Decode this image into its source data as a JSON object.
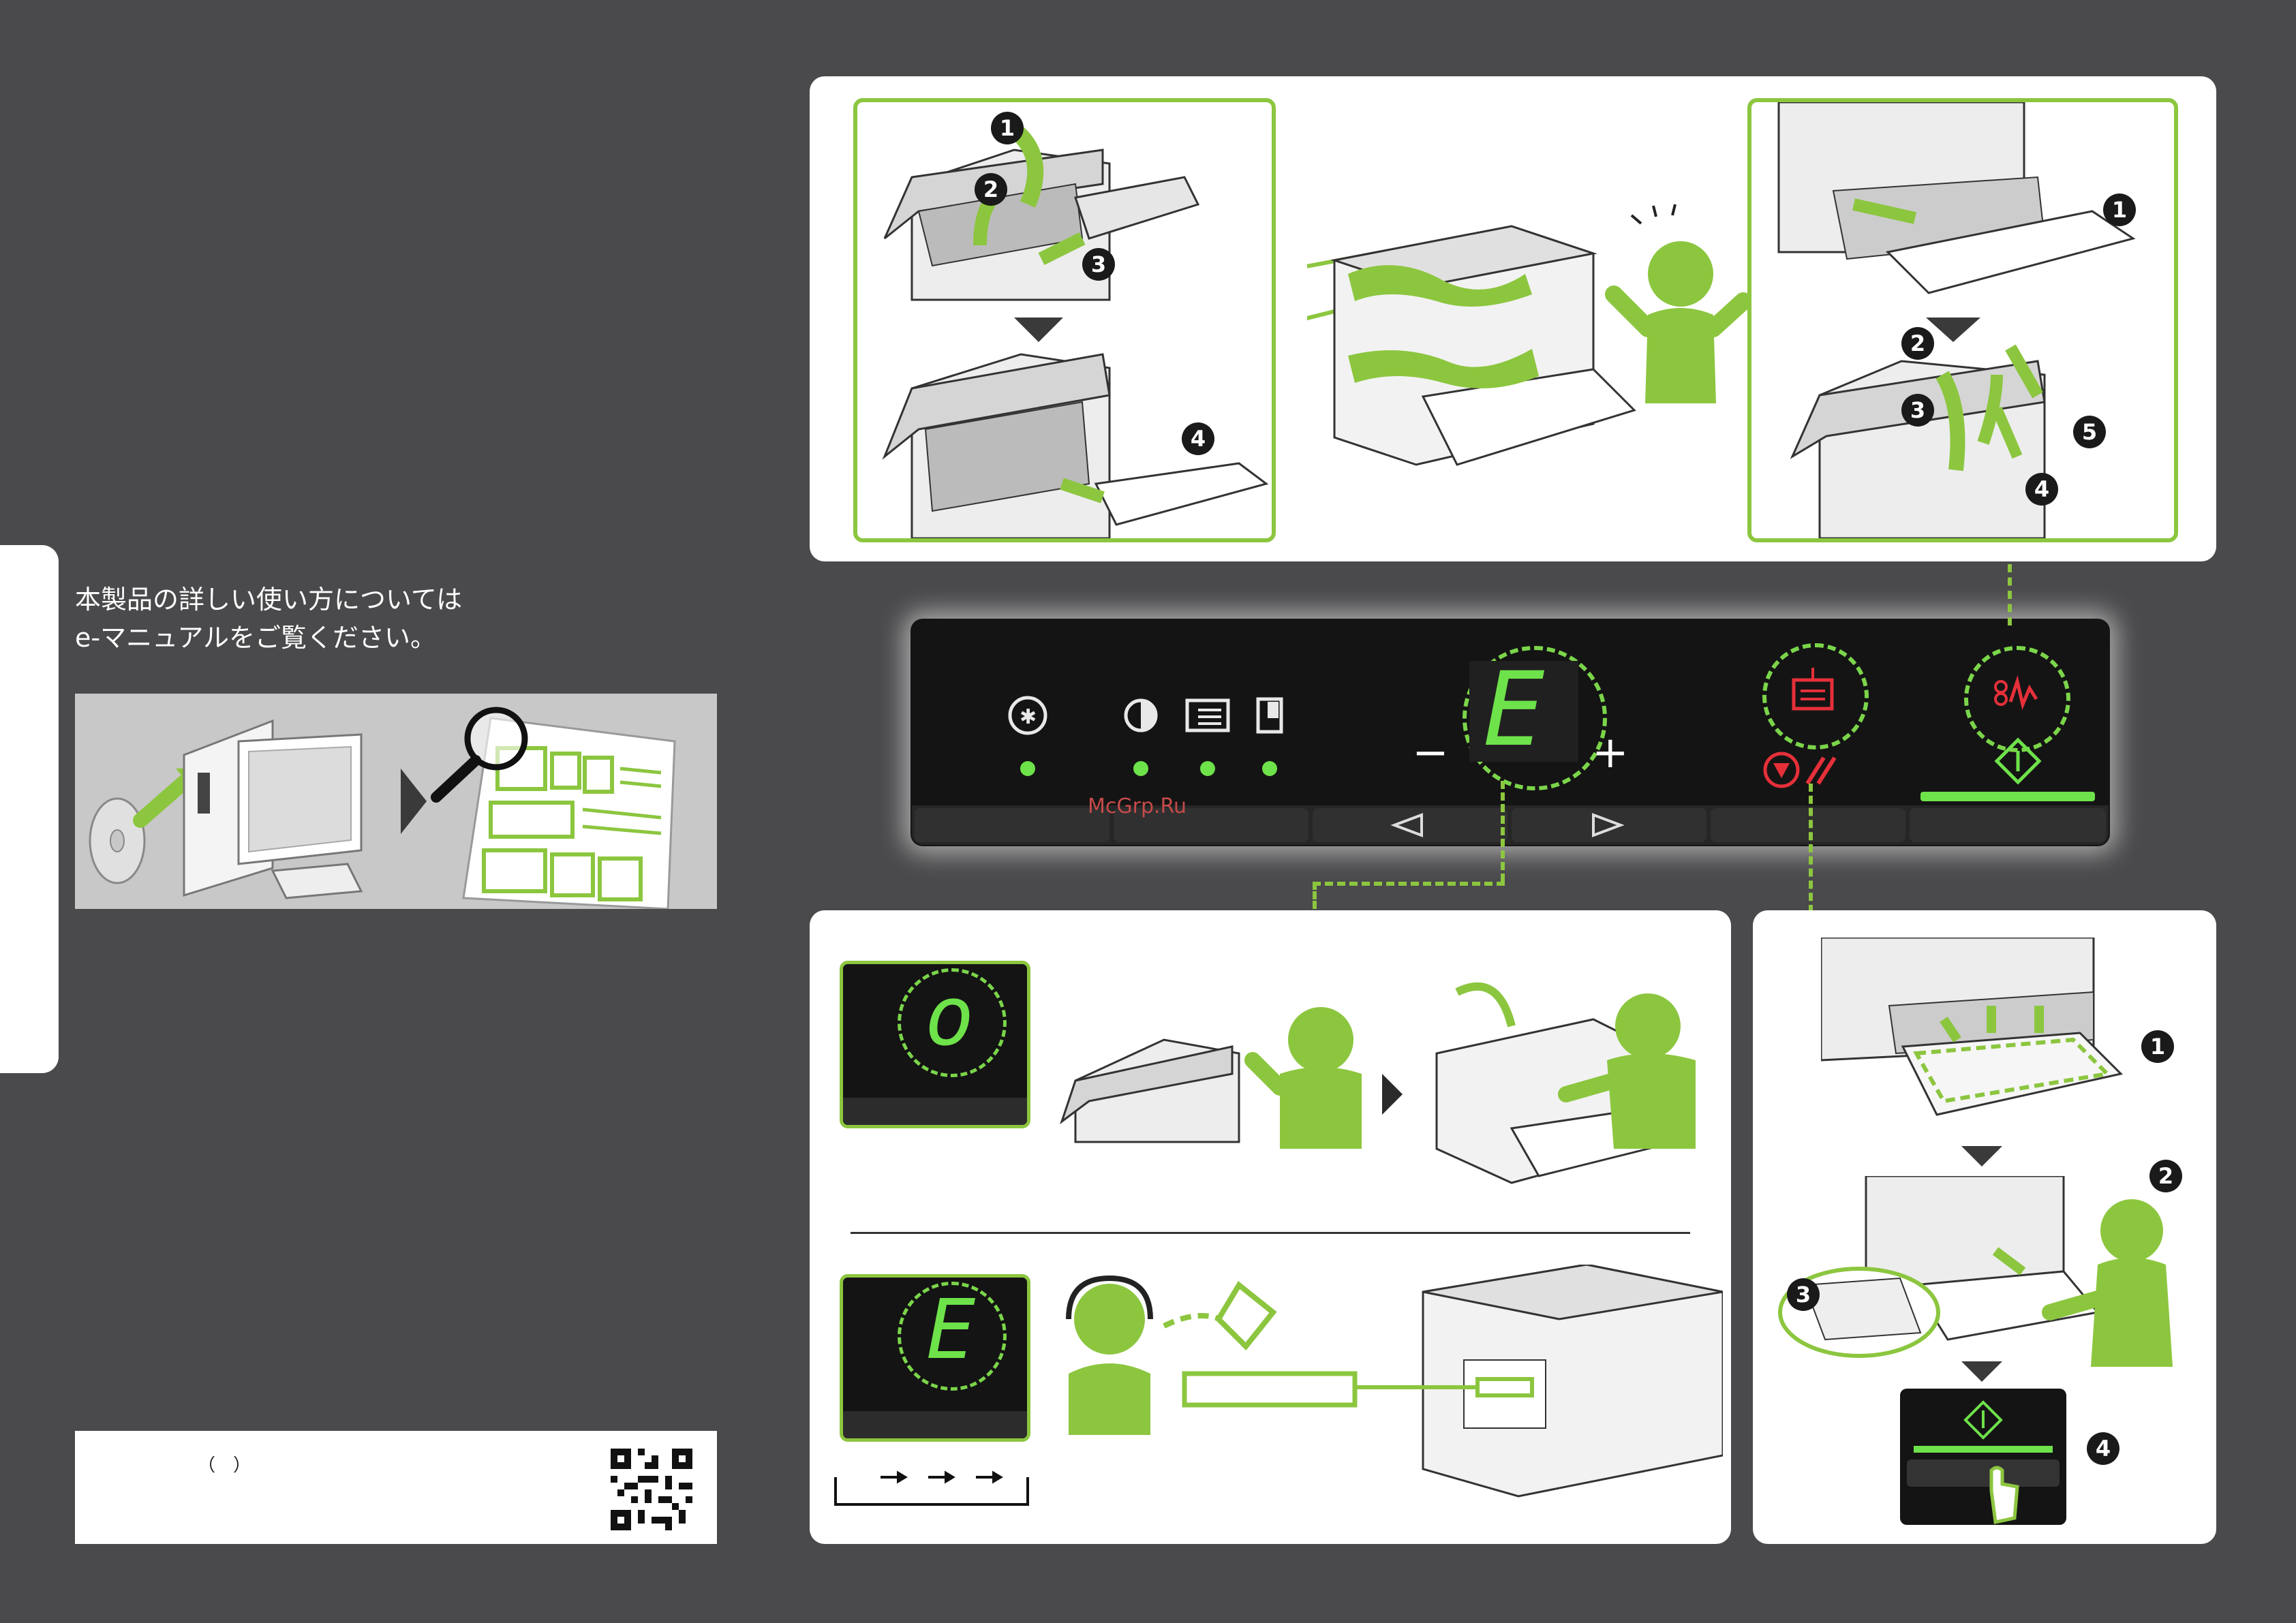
{
  "left": {
    "intro_line1": "本製品の詳しい使い方については",
    "intro_line2": "e-マニュアルをご覧ください。",
    "bracket_text": "（　）"
  },
  "top_panel": {
    "left_steps": [
      "1",
      "2",
      "3",
      "4"
    ],
    "right_steps": [
      "1",
      "2",
      "3",
      "4",
      "5"
    ]
  },
  "control_panel": {
    "display_char": "E",
    "minus_label": "−",
    "plus_label": "+",
    "watermark": "McGrp.Ru"
  },
  "bottom_left": {
    "display_top_char": "o",
    "display_bottom_char": "E"
  },
  "bottom_right": {
    "steps": [
      "1",
      "2",
      "3",
      "4"
    ]
  },
  "colors": {
    "background": "#4a494b",
    "accent_green": "#8cc63f",
    "display_green": "#6ee24a",
    "alert_red": "#e5303a"
  }
}
